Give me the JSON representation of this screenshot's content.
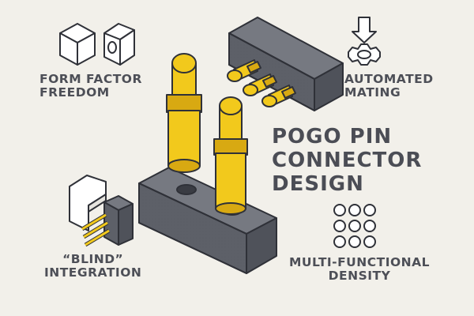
{
  "title": {
    "lines": [
      "POGO PIN",
      "CONNECTOR",
      "DESIGN"
    ]
  },
  "features": {
    "form_factor": {
      "lines": [
        "FORM FACTOR",
        "FREEDOM"
      ],
      "icon": "cube-icons"
    },
    "automated_mating": {
      "lines": [
        "AUTOMATED",
        "MATING"
      ],
      "icon": "arrow-gear-icon"
    },
    "blind_integration": {
      "lines": [
        "“BLIND”",
        "INTEGRATION"
      ],
      "icon": "bracket-connector-icon"
    },
    "multi_functional": {
      "lines": [
        "MULTI-FUNCTIONAL",
        "DENSITY"
      ],
      "icon": "circle-grid-icon"
    }
  },
  "colors": {
    "background": "#f2f0ea",
    "housing": "#5d6068",
    "housing_light": "#767981",
    "pin_gold": "#f2c91c",
    "pin_shade": "#d8a912",
    "outline": "#2f3138",
    "text": "#4d4f57"
  }
}
